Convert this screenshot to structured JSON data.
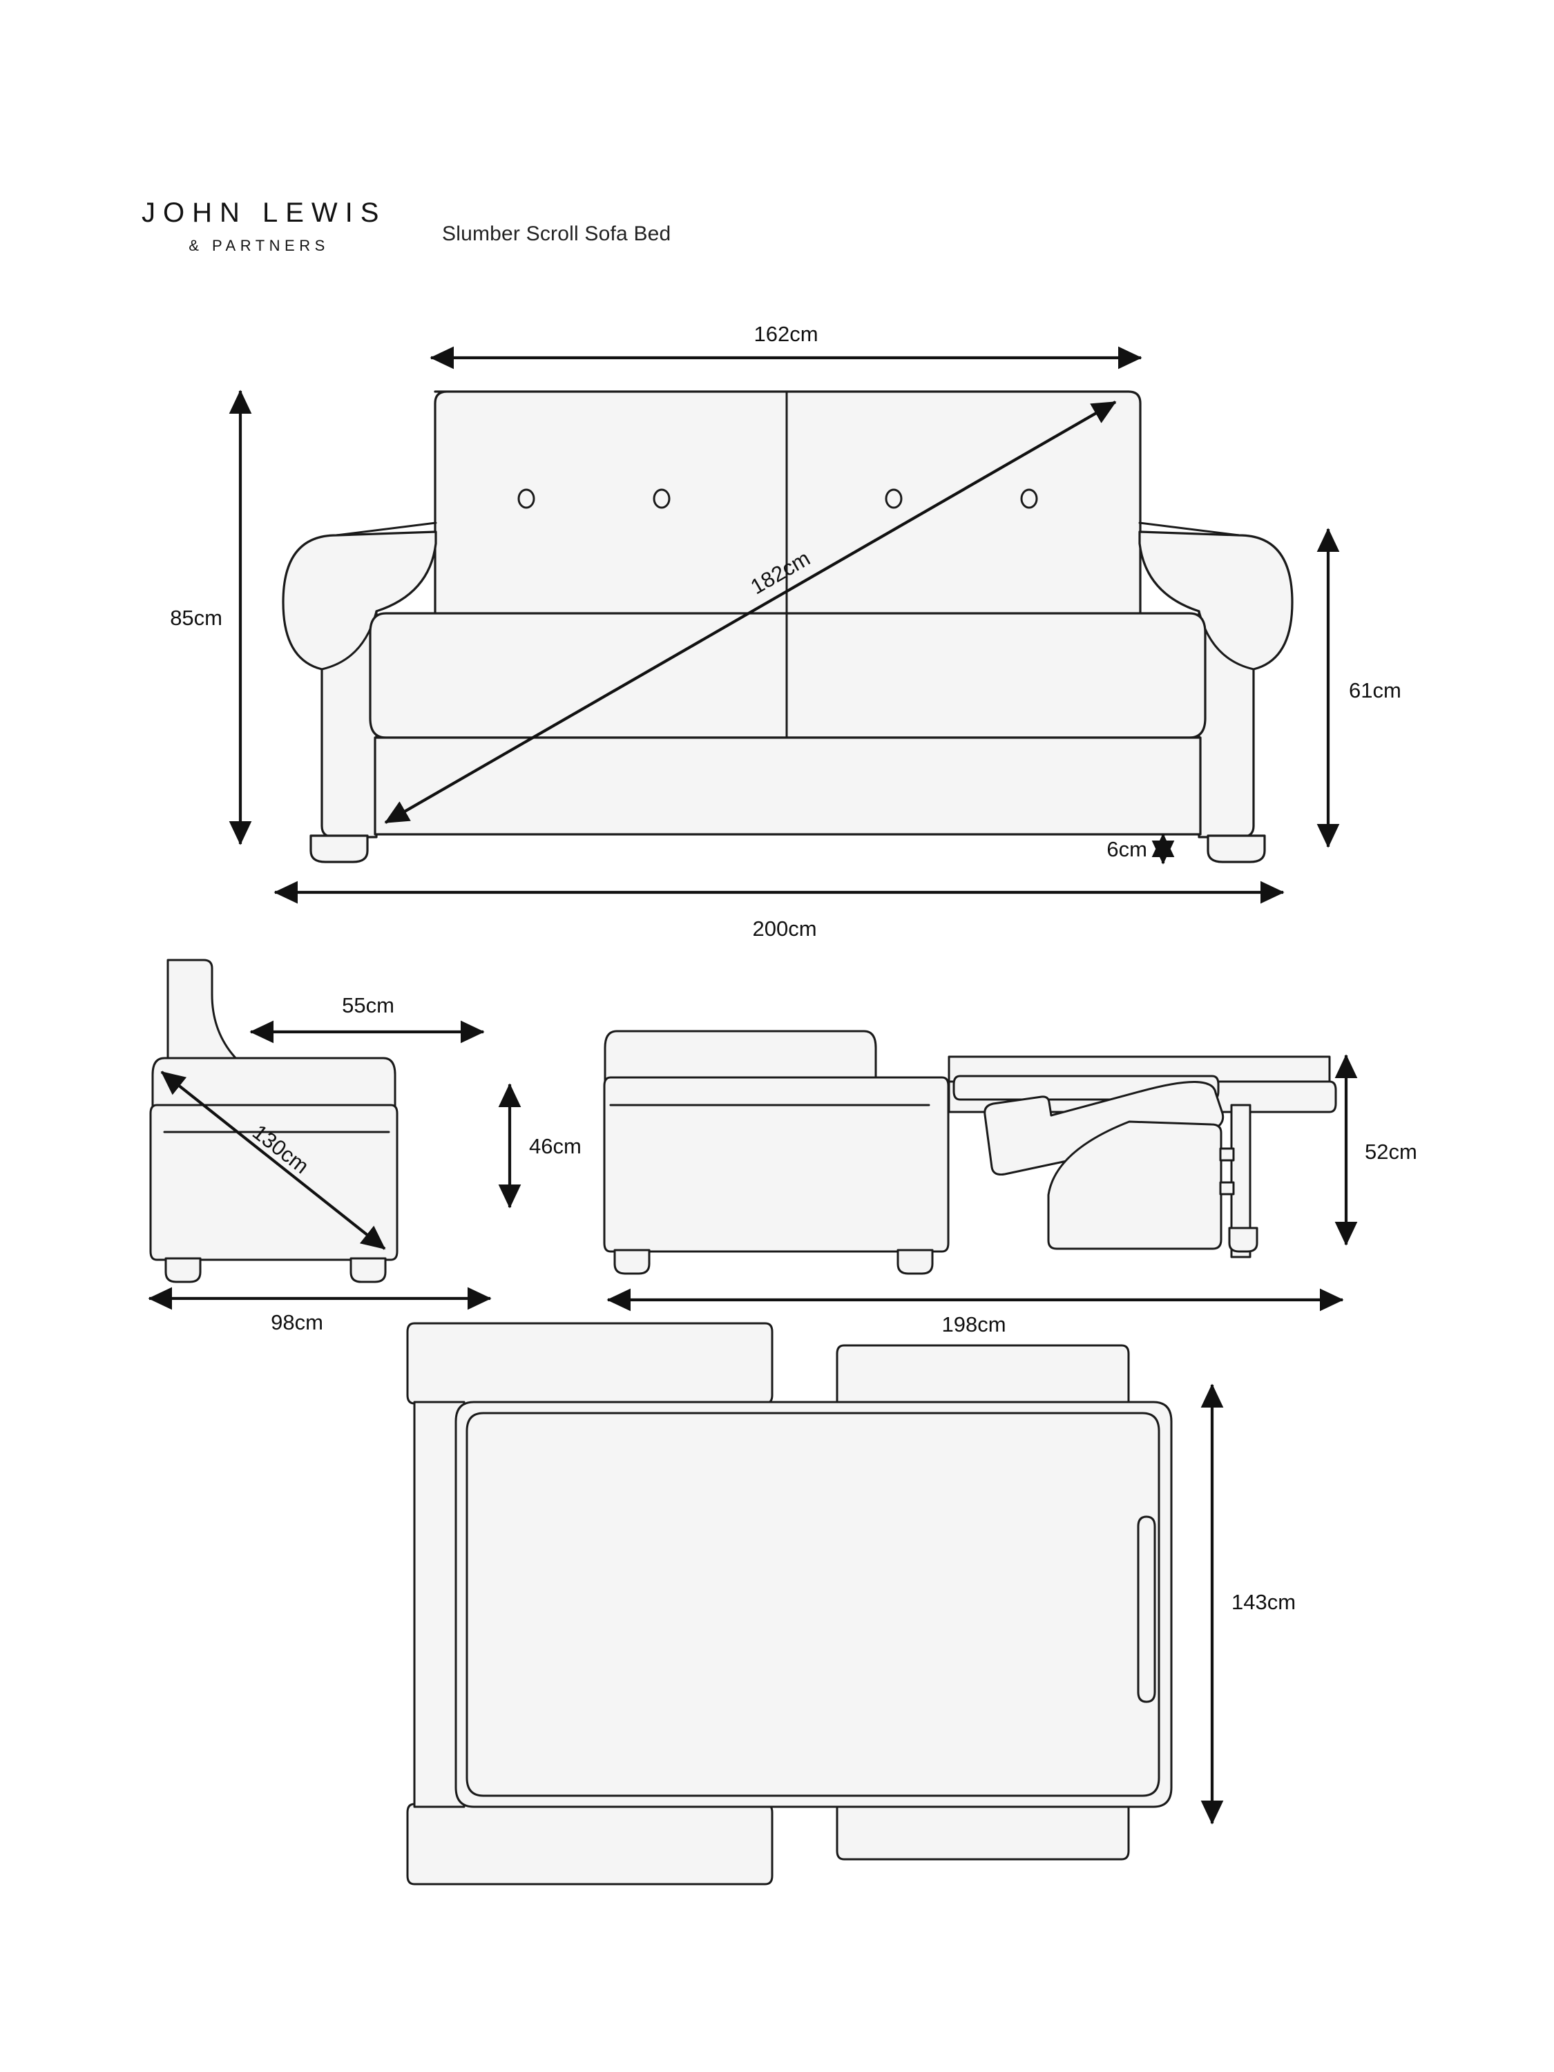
{
  "page": {
    "background_color": "#ffffff",
    "line_color": "#1a1a1a",
    "fill_color": "#f5f5f5"
  },
  "header": {
    "brand_line1": "JOHN LEWIS",
    "brand_line2": "& PARTNERS",
    "product_title": "Slumber Scroll Sofa Bed"
  },
  "views": {
    "front": {
      "name": "front-elevation",
      "dimensions": {
        "seat_width": "162cm",
        "overall_height": "85cm",
        "diagonal": "182cm",
        "arm_height": "61cm",
        "leg_height": "6cm",
        "overall_width": "200cm"
      }
    },
    "side": {
      "name": "side-elevation",
      "dimensions": {
        "seat_depth": "55cm",
        "diagonal": "130cm",
        "seat_height": "46cm",
        "overall_depth": "98cm"
      }
    },
    "bed": {
      "name": "bed-extended-elevation",
      "dimensions": {
        "bed_height": "52cm",
        "bed_length": "198cm"
      }
    },
    "plan": {
      "name": "bed-plan-view",
      "dimensions": {
        "bed_width": "143cm"
      }
    }
  }
}
